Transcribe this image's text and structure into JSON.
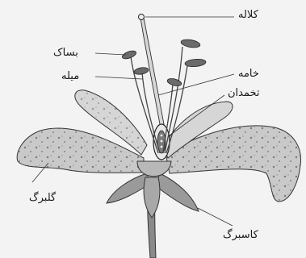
{
  "diagram": {
    "labels": {
      "stigma": "کلاله",
      "anther": "بساک",
      "filament": "میله",
      "style": "خامه",
      "ovary": "تخمدان",
      "petal": "گلبرگ",
      "sepal": "کاسبرگ"
    },
    "colors": {
      "background": "#f3f3f3",
      "ink": "#1a1a1a",
      "petal_shade": "#bdbdbd",
      "anther_fill": "#6b6b6b"
    }
  }
}
